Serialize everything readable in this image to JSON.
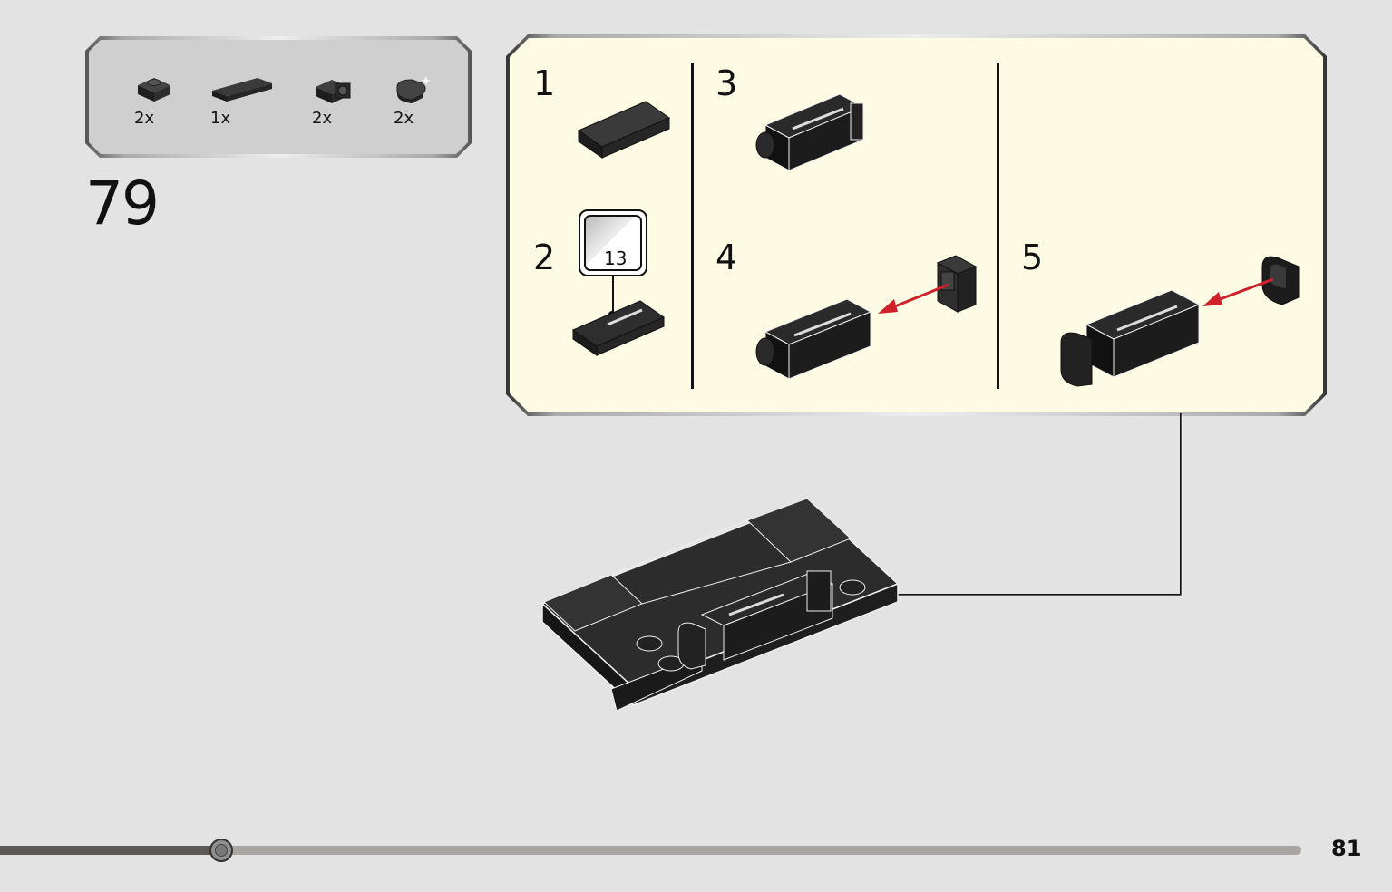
{
  "step": {
    "number": "79"
  },
  "parts": [
    {
      "icon": "plate-1x1-icon",
      "qty": "2x"
    },
    {
      "icon": "tile-1x2-icon",
      "qty": "1x"
    },
    {
      "icon": "bracket-1x1-icon",
      "qty": "2x"
    },
    {
      "icon": "round-tile-icon",
      "qty": "2x"
    }
  ],
  "substeps": [
    {
      "num": "1"
    },
    {
      "num": "2",
      "sticker": "13"
    },
    {
      "num": "3"
    },
    {
      "num": "4"
    },
    {
      "num": "5"
    }
  ],
  "colors": {
    "panel": "#fdfbe3",
    "brick": "#262626",
    "arrow_red": "#d0202a",
    "background": "#e3e3e3"
  },
  "progress": {
    "fraction": 0.17
  },
  "page": {
    "number": "81"
  }
}
